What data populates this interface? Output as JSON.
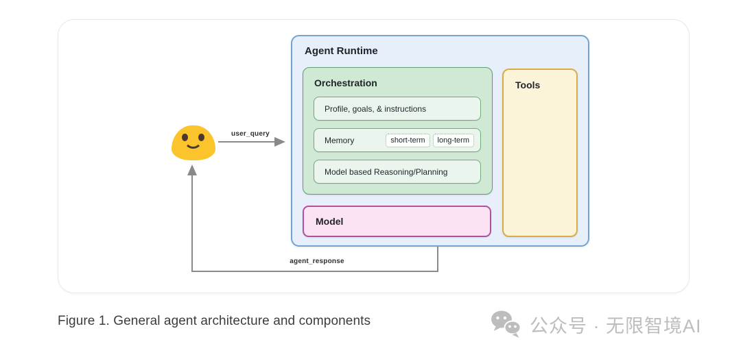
{
  "figure": {
    "caption": "Figure 1. General agent architecture and components"
  },
  "diagram": {
    "agent_runtime": {
      "title": "Agent Runtime",
      "orchestration": {
        "title": "Orchestration",
        "rows": [
          {
            "label": "Profile, goals, & instructions"
          },
          {
            "label": "Memory",
            "chips": [
              "short-term",
              "long-term"
            ]
          },
          {
            "label": "Model based Reasoning/Planning"
          }
        ]
      },
      "model": {
        "title": "Model"
      },
      "tools": {
        "title": "Tools"
      }
    },
    "user": {
      "icon": "blob-smiley-emoji"
    },
    "flows": {
      "user_query_label": "user_query",
      "agent_response_label": "agent_response"
    }
  },
  "watermark": {
    "icon": "wechat-icon",
    "text": "公众号 · 无限智境AI"
  },
  "colors": {
    "card_border": "#e8e8e8",
    "agent_runtime_bg": "#e7effb",
    "agent_runtime_border": "#74a3cd",
    "orchestration_bg": "#cfe9d4",
    "orchestration_border": "#5f9e70",
    "row_bg": "#eaf6ed",
    "row_border": "#6cab7c",
    "chip_bg": "#fcfefc",
    "chip_border": "#8fae95",
    "model_bg": "#fbe3f3",
    "model_border": "#b0509f",
    "tools_bg": "#fcf4d8",
    "tools_border": "#d9ab49",
    "emoji_yellow": "#fbc42d",
    "emoji_features": "#4a392e",
    "arrow_gray": "#8a8a8a",
    "caption_text": "#3a3d40",
    "watermark_gray": "#bdbdbd",
    "title_text": "#1f2328"
  }
}
